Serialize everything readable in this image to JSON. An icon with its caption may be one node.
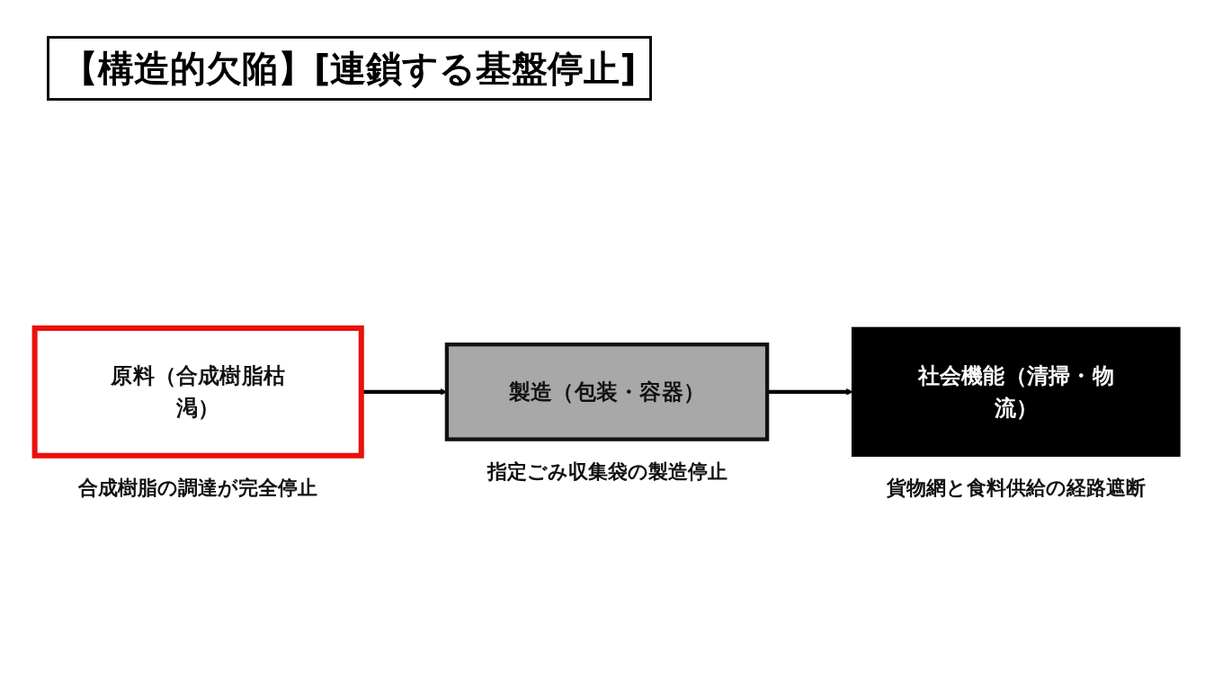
{
  "diagram": {
    "title": "【構造的欠陥】[連鎖する基盤停止]",
    "nodes": [
      {
        "text": [
          "原料（合成樹脂枯渇）"
        ],
        "beside": [
          "合成樹脂の調達が完全停止"
        ]
      },
      {
        "text": [
          "製造（包装・容器）"
        ],
        "beside": [
          "指定ごみ収集袋の製造停止"
        ]
      },
      {
        "text": [
          "社会機能（清掃・物流）"
        ],
        "beside": [
          "貨物網と食料供給の経路遮断"
        ]
      }
    ],
    "edges": [
      {
        "from": 0,
        "to": 1,
        "arrow": "to"
      },
      {
        "from": 1,
        "to": 2,
        "arrow": "to"
      }
    ]
  }
}
